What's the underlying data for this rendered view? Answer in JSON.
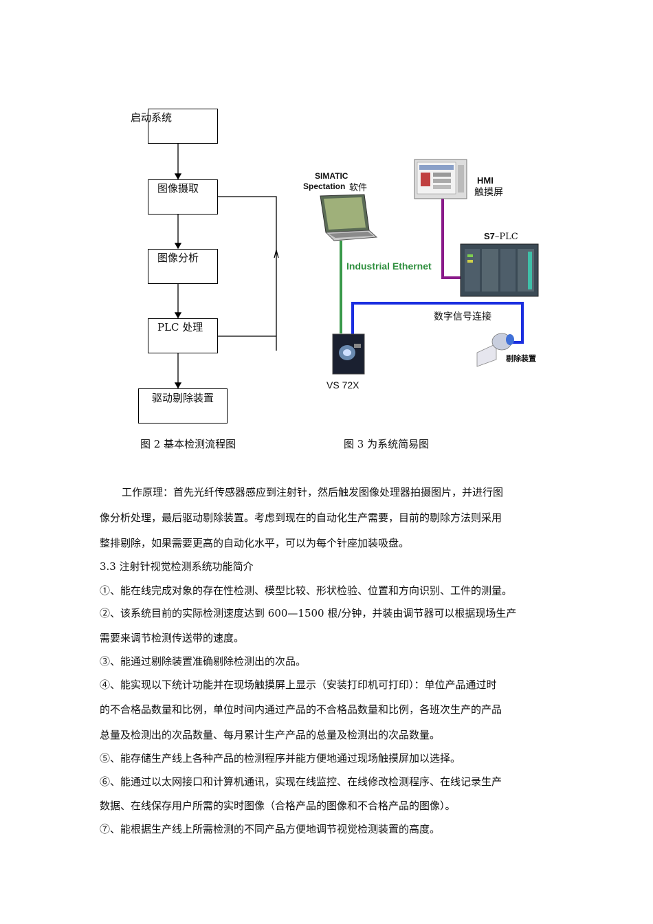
{
  "flowchart": {
    "steps": [
      "启动系统",
      "图像摄取",
      "图像分析",
      "PLC 处理",
      "驱动剔除装置"
    ],
    "caption": "图 2 基本检测流程图"
  },
  "system_diagram": {
    "software_label_1": "SIMATIC",
    "software_label_2": "Spectation",
    "software_label_3": "软件",
    "hmi_label": "HMI",
    "hmi_sublabel": "触摸屏",
    "plc_label": "S7",
    "plc_label_suffix": "PLC",
    "ethernet_label": "Industrial Ethernet",
    "digital_label": "数字信号连接",
    "camera_label": "VS 72X",
    "rejector_label": "剔除装置",
    "caption": "图 3 为系统简易图",
    "colors": {
      "ethernet": "#3a9a4a",
      "hmi_link": "#8a1a8a",
      "digital": "#1a2ee0"
    }
  },
  "body": {
    "lines": [
      "工作原理：首先光纤传感器感应到注射针，然后触发图像处理器拍摄图片，并进行图",
      "像分析处理，最后驱动剔除装置。考虑到现在的自动化生产需要，目前的剔除方法则采用",
      "整排剔除，如果需要更高的自动化水平，可以为每个针座加装吸盘。",
      "3.3 注射针视觉检测系统功能简介",
      "①、能在线完成对象的存在性检测、模型比较、形状检验、位置和方向识别、工件的测量。",
      "②、该系统目前的实际检测速度达到 600—1500 根/分钟，并装由调节器可以根据现场生产",
      "需要来调节检测传送带的速度。",
      "③、能通过剔除装置准确剔除检测出的次品。",
      "④、能实现以下统计功能并在现场触摸屏上显示（安装打印机可打印）：单位产品通过时",
      "的不合格品数量和比例，单位时间内通过产品的不合格品数量和比例，各班次生产的产品",
      "总量及检测出的次品数量、每月累计生产产品的总量及检测出的次品数量。",
      "⑤、能存储生产线上各种产品的检测程序并能方便地通过现场触摸屏加以选择。",
      "⑥、能通过以太网接口和计算机通讯，实现在线监控、在线修改检测程序、在线记录生产",
      "数据、在线保存用户所需的实时图像（合格产品的图像和不合格产品的图像）。",
      "⑦、能根据生产线上所需检测的不同产品方便地调节视觉检测装置的高度。"
    ]
  }
}
